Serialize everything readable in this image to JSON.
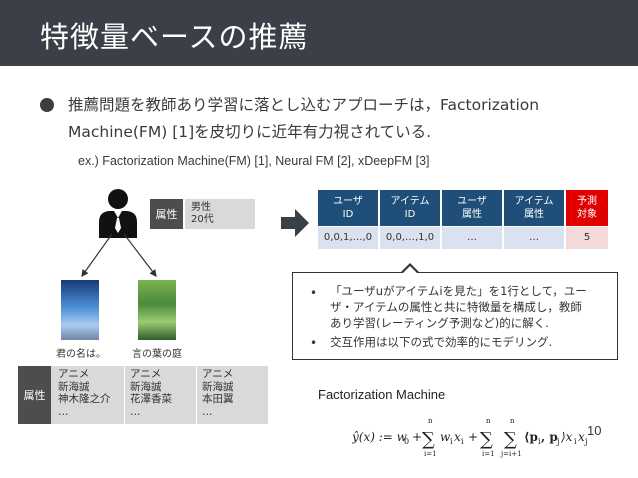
{
  "slide": {
    "title": "特徴量ベースの推薦",
    "bullet_main_line1": "推薦問題を教師あり学習に落とし込むアプローチは，Factorization",
    "bullet_main_line2": "Machine(FM) [1]を皮切りに近年有力視されている.",
    "sub_example": "ex.) Factorization Machine(FM) [1], Neural FM [2], xDeepFM [3]",
    "page_number": "10"
  },
  "user_profile": {
    "label": "属性",
    "gender": "男性",
    "age": "20代"
  },
  "movies": [
    {
      "title": "君の名は。"
    },
    {
      "title": "言の葉の庭"
    }
  ],
  "item_attributes": {
    "label": "属性",
    "columns": [
      {
        "line1": "アニメ",
        "line2": "新海誠",
        "line3": "神木隆之介",
        "line4": "…"
      },
      {
        "line1": "アニメ",
        "line2": "新海誠",
        "line3": "花澤香菜",
        "line4": "…"
      },
      {
        "line1": "アニメ",
        "line2": "新海誠",
        "line3": "本田翼",
        "line4": "…"
      }
    ]
  },
  "feature_table": {
    "headers": [
      {
        "top": "ユーザ",
        "bottom": "ID"
      },
      {
        "top": "アイテム",
        "bottom": "ID"
      },
      {
        "top": "ユーザ",
        "bottom": "属性"
      },
      {
        "top": "アイテム",
        "bottom": "属性"
      },
      {
        "top": "予測",
        "bottom": "対象"
      }
    ],
    "row": [
      "0,0,1,…,0",
      "0,0,…,1,0",
      "…",
      "…",
      "5"
    ],
    "accent_color": "#e00000",
    "header_color": "#1f4e79"
  },
  "callout": {
    "bullet1_line1": "「ユーザuがアイテムiを見た」を1行として，ユー",
    "bullet1_line2": "ザ・アイテムの属性と共に特徴量を構成し，教師",
    "bullet1_line3": "あり学習(レーティング予測など)的に解く.",
    "bullet2": "交互作用は以下の式で効率的にモデリング."
  },
  "fm": {
    "title": "Factorization Machine",
    "lhs": "ŷ(x) := w",
    "w0_sub": "0",
    "plus": "+",
    "sum_top": "n",
    "sum_bottom_i": "i=1",
    "sum_bottom_j": "j=i+1",
    "term1": "w",
    "term1_sub": "i",
    "term1_x": "x",
    "term2": "⟨p",
    "term2_mid": ", p",
    "term2_end": "⟩x",
    "term2_tail": "x"
  }
}
